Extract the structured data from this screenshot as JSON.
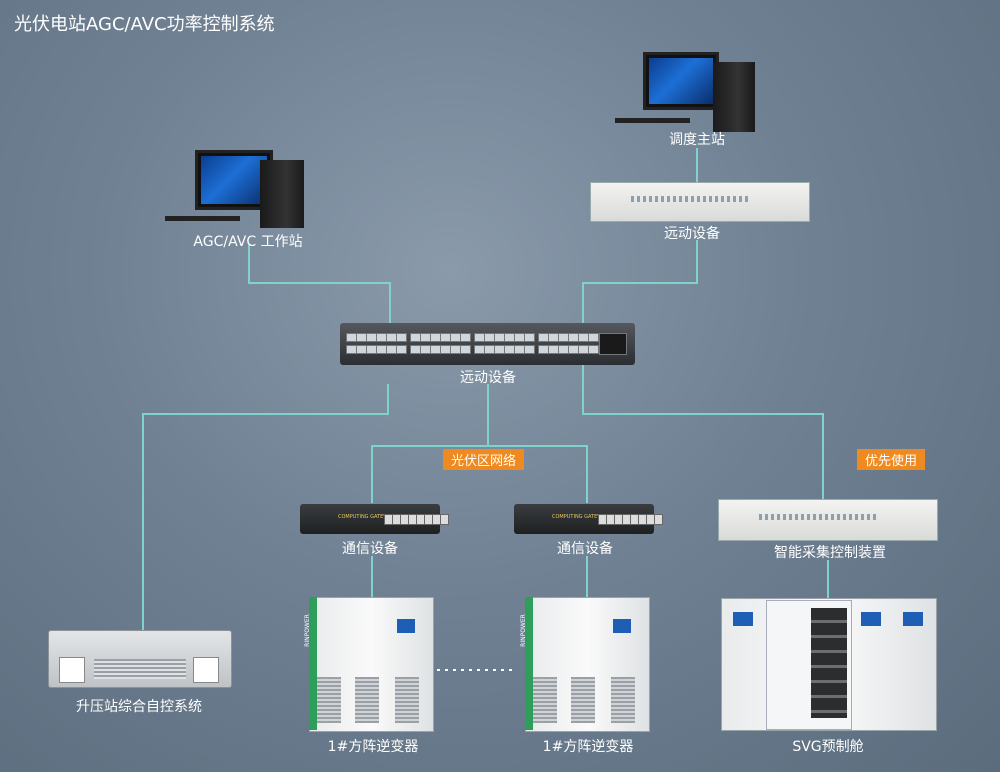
{
  "title": "光伏电站AGC/AVC功率控制系统",
  "labels": {
    "workstation": "AGC/AVC 工作站",
    "dispatch_master": "调度主站",
    "telecontrol_top": "远动设备",
    "switch": "远动设备",
    "network_tag": "光伏区网络",
    "priority_tag": "优先使用",
    "comm1": "通信设备",
    "comm2": "通信设备",
    "smart_control": "智能采集控制装置",
    "booster": "升压站综合自控系统",
    "inverter1": "1#方阵逆变器",
    "inverter2": "1#方阵逆变器",
    "svg": "SVG预制舱",
    "gateway_text": "COMPUTING GATEWAY",
    "cabinet_brand": "RINPOWER"
  },
  "colors": {
    "wire": "#7fd3c8",
    "tag": "#ef8a20"
  }
}
